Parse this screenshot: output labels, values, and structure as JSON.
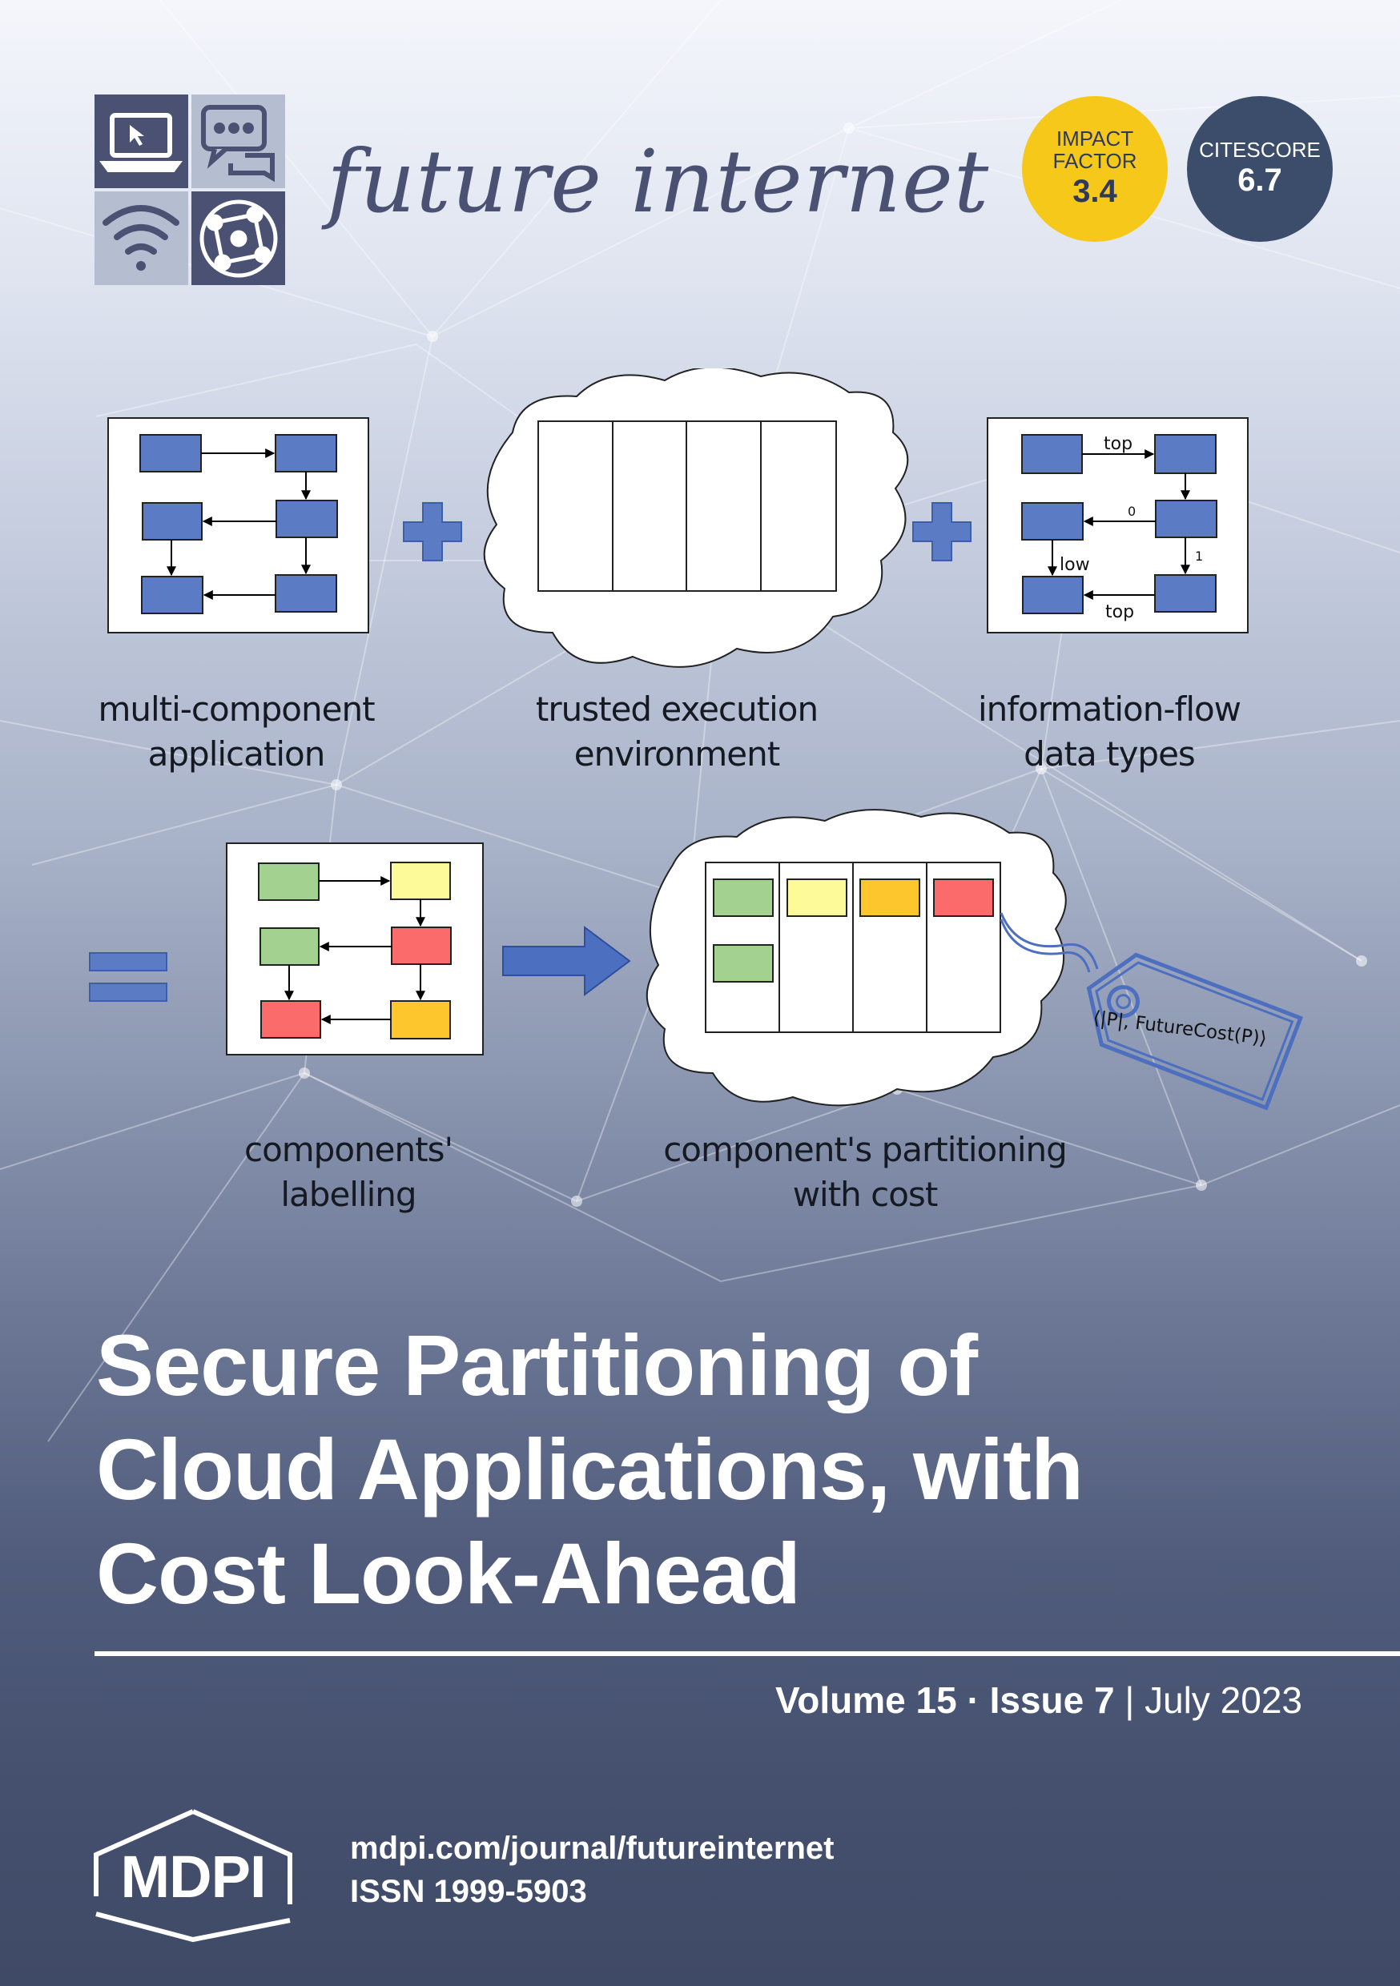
{
  "journal": {
    "name": "future internet",
    "logo_icons": [
      "laptop-cursor-icon",
      "chat-bubbles-icon",
      "wifi-icon",
      "globe-network-icon"
    ]
  },
  "badges": {
    "impact_factor_label_1": "IMPACT",
    "impact_factor_label_2": "FACTOR",
    "impact_factor_value": "3.4",
    "citescore_label": "CITESCORE",
    "citescore_value": "6.7"
  },
  "diagram": {
    "captions": {
      "multi_component_1": "multi-component",
      "multi_component_2": "application",
      "tee_1": "trusted execution",
      "tee_2": "environment",
      "ifc_1": "information-flow",
      "ifc_2": "data types",
      "labelling_1": "components'",
      "labelling_2": "labelling",
      "partitioning_1": "component's partitioning",
      "partitioning_2": "with cost"
    },
    "edge_labels": {
      "top_a": "top",
      "zero": "0",
      "low": "low",
      "one": "1",
      "top_b": "top"
    },
    "price_tag_text": "⟨|P|, FutureCost(P)⟩",
    "colors": {
      "node_blue": "#5b7cc4",
      "green": "#a3d18f",
      "yellow": "#fdfa9a",
      "orange": "#fcc62c",
      "red": "#fb6b6b",
      "accent_blue": "#4d6fc0"
    }
  },
  "article": {
    "title_line_1": "Secure Partitioning of",
    "title_line_2": "Cloud Applications, with",
    "title_line_3": "Cost Look-Ahead"
  },
  "issue": {
    "volume": "Volume 15",
    "separator": " · ",
    "issue": "Issue 7",
    "bar": " | ",
    "date": "July 2023"
  },
  "publisher": {
    "name": "MDPI",
    "url": "mdpi.com/journal/futureinternet",
    "issn": "ISSN 1999-5903"
  }
}
